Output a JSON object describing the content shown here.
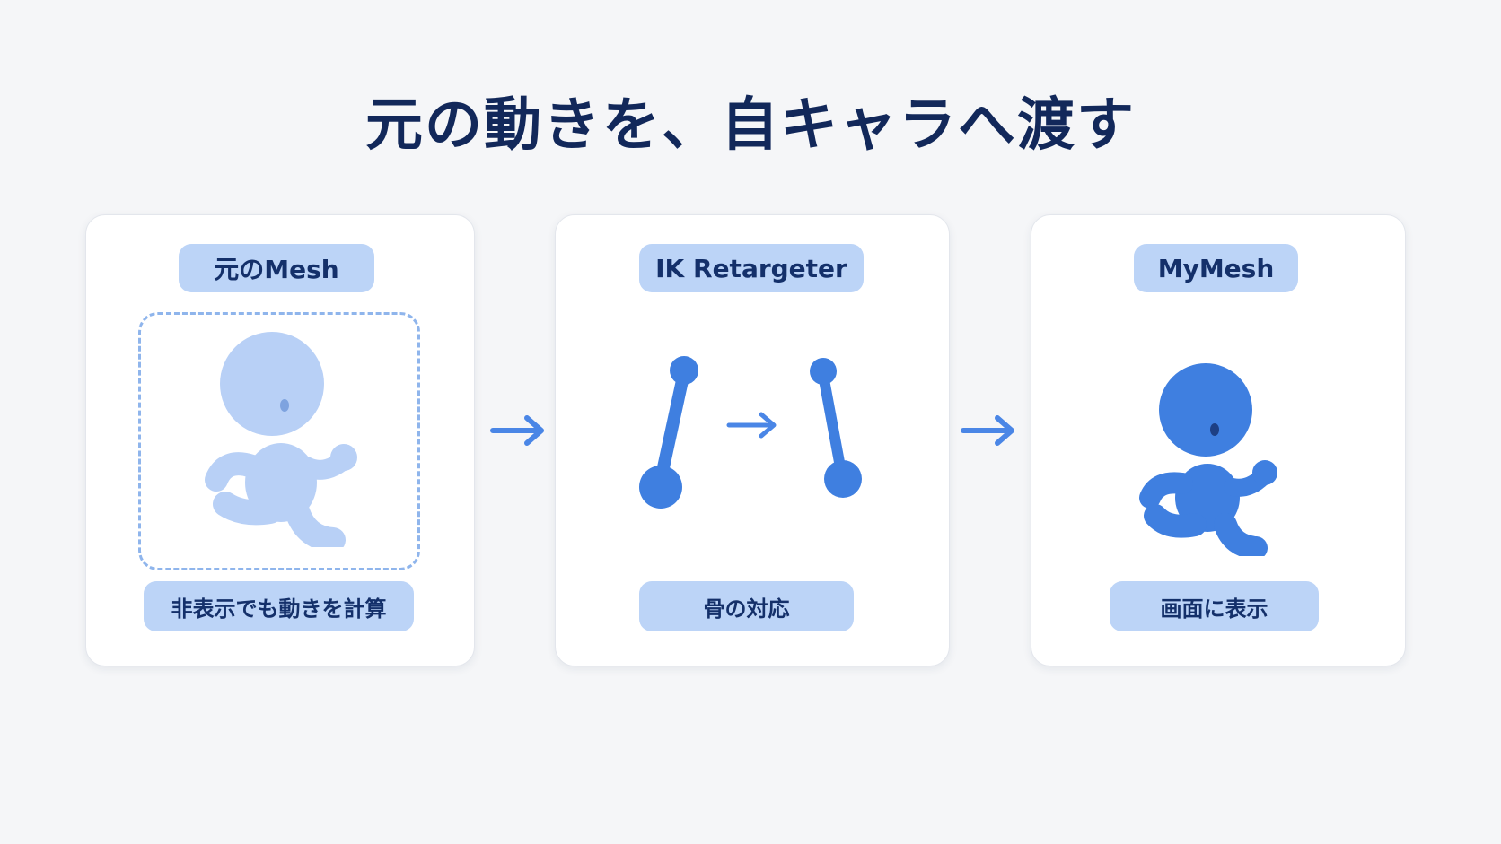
{
  "title": "元の動きを、自キャラへ渡す",
  "cards": [
    {
      "label": "元のMesh",
      "caption": "非表示でも動きを計算"
    },
    {
      "label": "IK Retargeter",
      "caption": "骨の対応"
    },
    {
      "label": "MyMesh",
      "caption": "画面に表示"
    }
  ],
  "colors": {
    "title": "#12285a",
    "pill_bg": "#bcd4f7",
    "pill_text": "#14306a",
    "ghost_figure": "#b8d0f6",
    "solid_figure": "#3f7fe0",
    "arrow": "#4a86e6"
  },
  "icons": [
    "running-figure-ghost",
    "bone-chain",
    "running-figure-solid",
    "arrow-right"
  ]
}
